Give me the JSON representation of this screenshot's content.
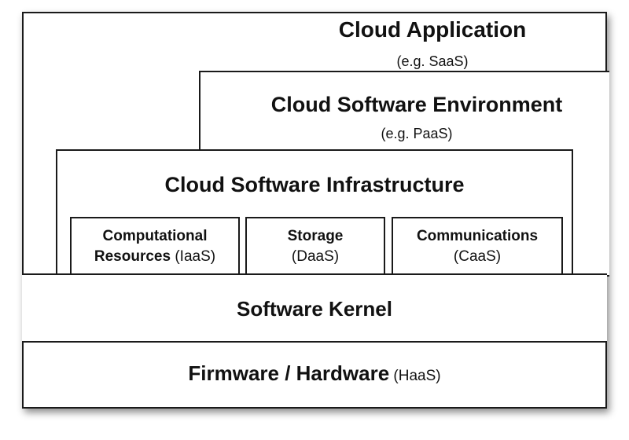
{
  "cloud_application": {
    "title": "Cloud Application",
    "example": "(e.g. SaaS)"
  },
  "cloud_software_environment": {
    "title": "Cloud Software Environment",
    "example": "(e.g. PaaS)"
  },
  "cloud_software_infrastructure": {
    "title": "Cloud Software Infrastructure",
    "resources": [
      {
        "line1": "Computational",
        "line2_bold": "Resources",
        "line2_tag": " (IaaS)"
      },
      {
        "line1": "Storage",
        "line2_tag": "(DaaS)"
      },
      {
        "line1": "Communications",
        "line2_tag": "(CaaS)"
      }
    ]
  },
  "software_kernel": {
    "title": "Software Kernel"
  },
  "firmware_hardware": {
    "title": "Firmware / Hardware",
    "tag": " (HaaS)"
  }
}
